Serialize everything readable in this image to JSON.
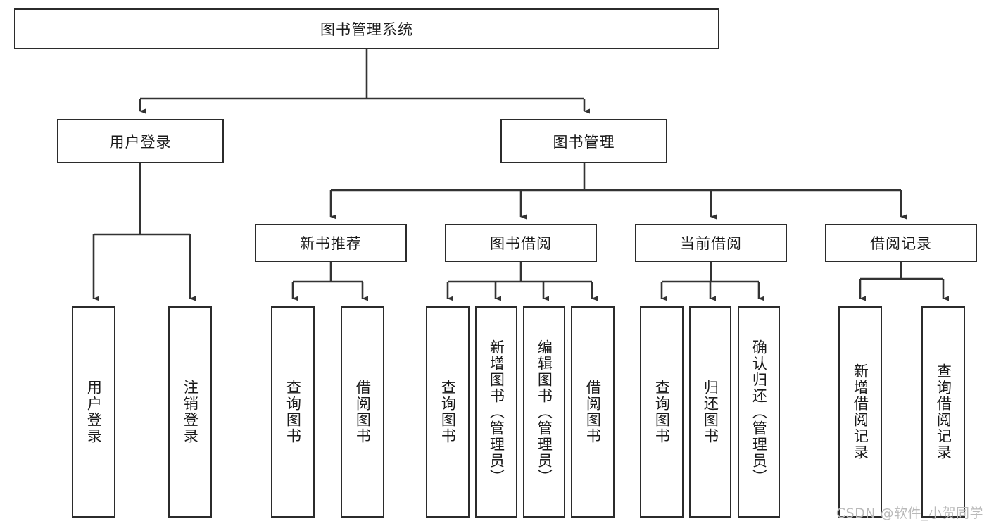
{
  "diagram": {
    "type": "tree-hierarchy",
    "orientation": "top-down",
    "root": {
      "id": "root",
      "label": "图书管理系统",
      "text_orientation": "horizontal"
    },
    "level2": [
      {
        "id": "user-login",
        "label": "用户登录",
        "text_orientation": "horizontal"
      },
      {
        "id": "book-management",
        "label": "图书管理",
        "text_orientation": "horizontal"
      }
    ],
    "level3": [
      {
        "id": "new-book-recommend",
        "label": "新书推荐",
        "parent": "book-management",
        "text_orientation": "horizontal"
      },
      {
        "id": "book-borrow",
        "label": "图书借阅",
        "parent": "book-management",
        "text_orientation": "horizontal"
      },
      {
        "id": "current-borrow",
        "label": "当前借阅",
        "parent": "book-management",
        "text_orientation": "horizontal"
      },
      {
        "id": "borrow-record",
        "label": "借阅记录",
        "parent": "book-management",
        "text_orientation": "horizontal"
      }
    ],
    "leaves": [
      {
        "id": "leaf-user-login",
        "label": "用户登录",
        "parent": "user-login",
        "text_orientation": "vertical"
      },
      {
        "id": "leaf-logout-login",
        "label": "注销登录",
        "parent": "user-login",
        "text_orientation": "vertical"
      },
      {
        "id": "leaf-query-book-1",
        "label": "查询图书",
        "parent": "new-book-recommend",
        "text_orientation": "vertical"
      },
      {
        "id": "leaf-borrow-book-1",
        "label": "借阅图书",
        "parent": "new-book-recommend",
        "text_orientation": "vertical"
      },
      {
        "id": "leaf-query-book-2",
        "label": "查询图书",
        "parent": "book-borrow",
        "text_orientation": "vertical"
      },
      {
        "id": "leaf-add-book-admin",
        "label": "新增图书（管理员）",
        "parent": "book-borrow",
        "text_orientation": "vertical"
      },
      {
        "id": "leaf-edit-book-admin",
        "label": "编辑图书（管理员）",
        "parent": "book-borrow",
        "text_orientation": "vertical"
      },
      {
        "id": "leaf-borrow-book-2",
        "label": "借阅图书",
        "parent": "book-borrow",
        "text_orientation": "vertical"
      },
      {
        "id": "leaf-query-book-3",
        "label": "查询图书",
        "parent": "current-borrow",
        "text_orientation": "vertical"
      },
      {
        "id": "leaf-return-book",
        "label": "归还图书",
        "parent": "current-borrow",
        "text_orientation": "vertical"
      },
      {
        "id": "leaf-confirm-return-admin",
        "label": "确认归还（管理员）",
        "parent": "current-borrow",
        "text_orientation": "vertical"
      },
      {
        "id": "leaf-add-borrow-record",
        "label": "新增借阅记录",
        "parent": "borrow-record",
        "text_orientation": "vertical"
      },
      {
        "id": "leaf-query-borrow-record",
        "label": "查询借阅记录",
        "parent": "borrow-record",
        "text_orientation": "vertical"
      }
    ]
  },
  "watermark": {
    "text": "CSDN @软件_小贺同学"
  },
  "colors": {
    "box_border": "#2b2b2b",
    "box_fill": "#ffffff",
    "connector": "#333333",
    "text": "#1a1a1a",
    "watermark": "#b9b9b9",
    "background": "#ffffff"
  }
}
